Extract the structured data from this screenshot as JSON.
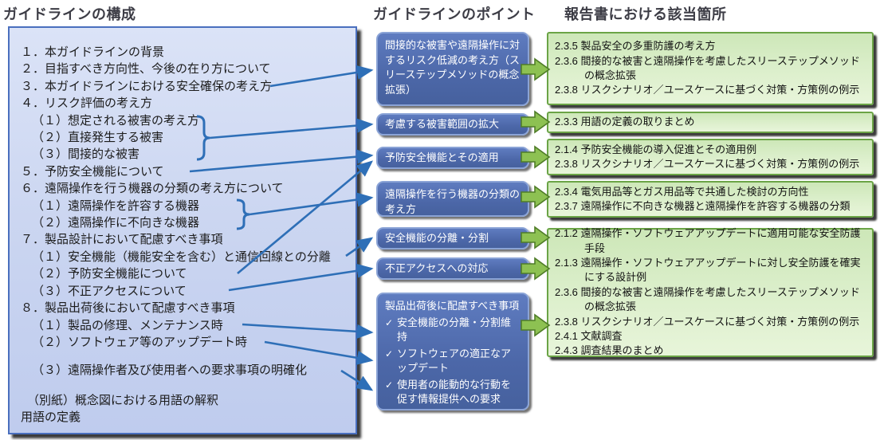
{
  "headers": {
    "left": "ガイドラインの構成",
    "middle": "ガイドラインのポイント",
    "right": "報告書における該当箇所"
  },
  "guideline": {
    "items": [
      "１．本ガイドラインの背景",
      "２．目指すべき方向性、今後の在り方について",
      "３．本ガイドラインにおける安全確保の考え方",
      "４．リスク評価の考え方",
      "（１）想定される被害の考え方",
      "（２）直接発生する被害",
      "（３）間接的な被害",
      "５．予防安全機能について",
      "６．遠隔操作を行う機器の分類の考え方について",
      "（１）遠隔操作を許容する機器",
      "（２）遠隔操作に不向きな機器",
      "７．製品設計において配慮すべき事項",
      "（１）安全機能（機能安全を含む）と通信回線との分離",
      "（２）予防安全機能について",
      "（３）不正アクセスについて",
      "８．製品出荷後において配慮すべき事項",
      "（１）製品の修理、メンテナンス時",
      "（２）ソフトウェア等のアップデート時",
      "（３）遠隔操作者及び使用者への要求事項の明確化",
      "（別紙）概念図における用語の解釈",
      "用語の定義"
    ]
  },
  "points": {
    "boxes": [
      {
        "text": "間接的な被害や遠隔操作に対するリスク低減の考え方（スリーステップメソッドの概念拡張）"
      },
      {
        "text": "考慮する被害範囲の拡大"
      },
      {
        "text": "予防安全機能とその適用"
      },
      {
        "text": "遠隔操作を行う機器の分類の考え方"
      },
      {
        "text": "安全機能の分離・分割"
      },
      {
        "text": "不正アクセスへの対応"
      },
      {
        "title": "製品出荷後に配慮すべき事項",
        "checks": [
          "安全機能の分離・分割維持",
          "ソフトウェアの適正なアップデート",
          "使用者の能動的な行動を促す情報提供への要求"
        ]
      }
    ]
  },
  "report": {
    "boxes": [
      {
        "entries": [
          "2.3.5 製品安全の多重防護の考え方",
          "2.3.6 間接的な被害と遠隔操作を考慮したスリーステップメソッドの概念拡張",
          "2.3.8 リスクシナリオ／ユースケースに基づく対策・方策例の例示"
        ]
      },
      {
        "entries": [
          "2.3.3 用語の定義の取りまとめ"
        ]
      },
      {
        "entries": [
          "2.1.4 予防安全機能の導入促進とその適用例",
          "2.3.8 リスクシナリオ／ユースケースに基づく対策・方策例の例示"
        ]
      },
      {
        "entries": [
          "2.3.4 電気用品等とガス用品等で共通した検討の方向性",
          "2.3.7 遠隔操作に不向きな機器と遠隔操作を許容する機器の分類"
        ]
      },
      {
        "entries": [
          "2.1.2 遠隔操作・ソフトウェアアップデートに適用可能な安全防護手段",
          "2.1.3 遠隔操作・ソフトウェアアップデートに対し安全防護を確実にする設計例",
          "2.3.6 間接的な被害と遠隔操作を考慮したスリーステップメソッドの概念拡張",
          "2.3.8 リスクシナリオ／ユースケースに基づく対策・方策例の例示",
          "2.4.1 文献調査",
          "2.4.3 調査結果のまとめ"
        ]
      }
    ]
  },
  "icons": {
    "check": "✓"
  },
  "colors": {
    "left_panel_fill": "#c9d4f0",
    "left_panel_border": "#4a6fbe",
    "point_box_fill": "#4c67a8",
    "point_box_border": "#8aa3d6",
    "arrow_green_fill": "#8dc152",
    "arrow_green_border": "#4f7c28",
    "report_box_fill": "#d9edc6",
    "report_box_border": "#6ba446",
    "connector_blue": "#2e6fb7"
  }
}
